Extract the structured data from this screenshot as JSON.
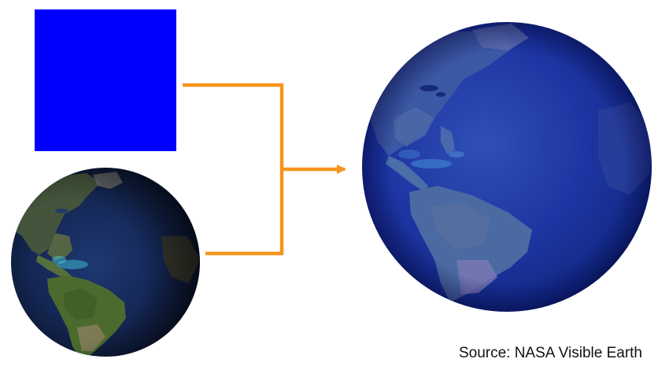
{
  "blend_diagram": {
    "inputs": [
      {
        "kind": "solid-color-swatch",
        "color": "#0000ff"
      },
      {
        "kind": "earth-photo",
        "lighting": "shadowed"
      }
    ],
    "output": {
      "kind": "earth-photo",
      "tint": "blue"
    },
    "connector_color": "#f7941d",
    "caption": "Source: NASA Visible Earth"
  }
}
